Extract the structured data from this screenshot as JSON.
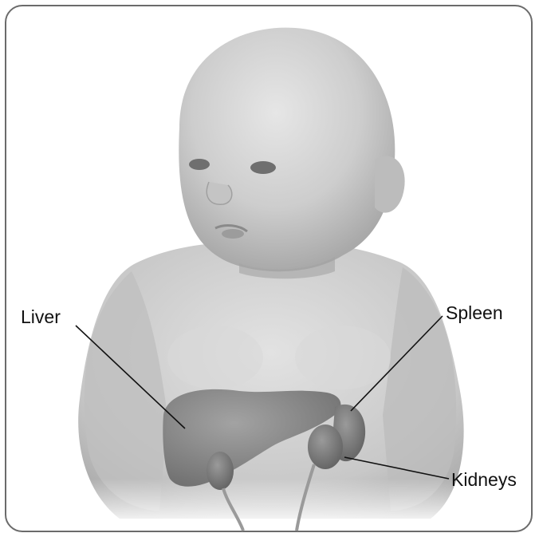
{
  "labels": {
    "liver": "Liver",
    "spleen": "Spleen",
    "kidneys": "Kidneys"
  },
  "colors": {
    "border": "#6b6b6b",
    "skin": "#cfcfcf",
    "organ": "#7a7a7a",
    "leader": "#111111"
  }
}
